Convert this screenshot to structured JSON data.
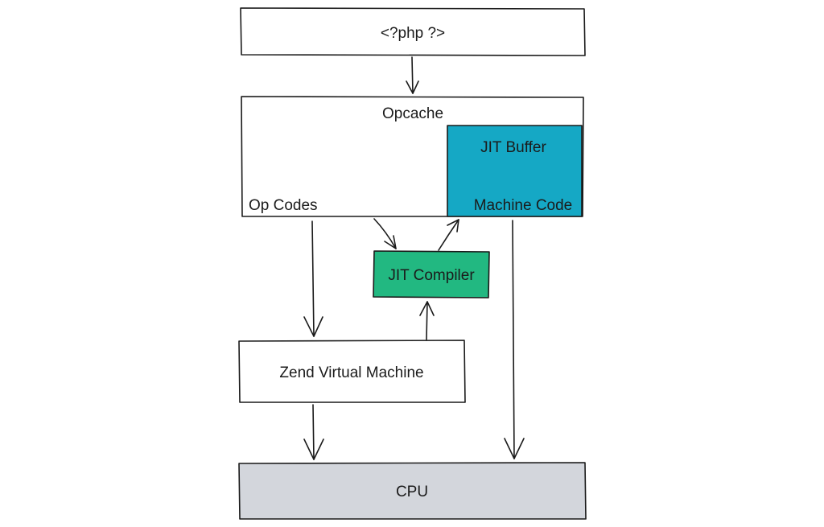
{
  "nodes": {
    "php_source": {
      "label": "<?php ?>",
      "fill": "#ffffff"
    },
    "opcache": {
      "label": "Opcache",
      "fill": "#ffffff",
      "sub_label": "Op Codes"
    },
    "jit_buffer": {
      "label": "JIT Buffer",
      "sub_label": "Machine Code",
      "fill": "#15a8c5"
    },
    "jit_compiler": {
      "label": "JIT Compiler",
      "fill": "#22b881"
    },
    "zend_vm": {
      "label": "Zend Virtual Machine",
      "fill": "#ffffff"
    },
    "cpu": {
      "label": "CPU",
      "fill": "#d3d6dc"
    }
  },
  "edges": [
    {
      "from": "php_source",
      "to": "opcache"
    },
    {
      "from": "opcache",
      "to": "jit_compiler"
    },
    {
      "from": "jit_compiler",
      "to": "jit_buffer"
    },
    {
      "from": "opcache",
      "to": "zend_vm"
    },
    {
      "from": "zend_vm",
      "to": "jit_compiler"
    },
    {
      "from": "zend_vm",
      "to": "cpu"
    },
    {
      "from": "jit_buffer",
      "to": "cpu"
    }
  ]
}
